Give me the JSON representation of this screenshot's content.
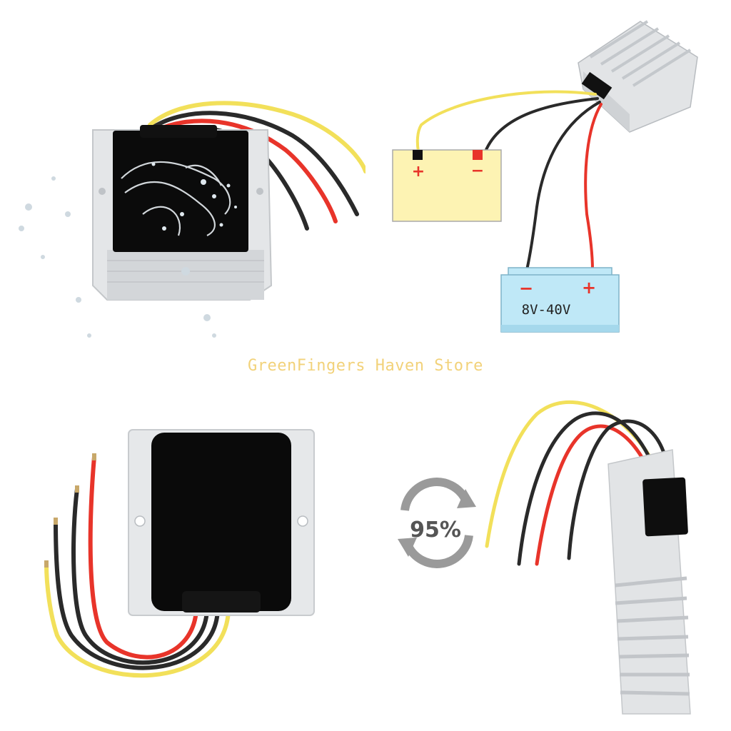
{
  "watermark": "GreenFingers Haven Store",
  "wiring_diagram": {
    "output_plus": "+",
    "output_minus": "−",
    "input_minus": "−",
    "input_plus": "+",
    "input_voltage": "8V-40V"
  },
  "efficiency_badge": "95%",
  "colors": {
    "wire_yellow": "#f2e05a",
    "wire_red": "#e8342a",
    "wire_black": "#2a2a2a",
    "output_box": "#fdf3b3",
    "battery": "#bfe8f7"
  }
}
